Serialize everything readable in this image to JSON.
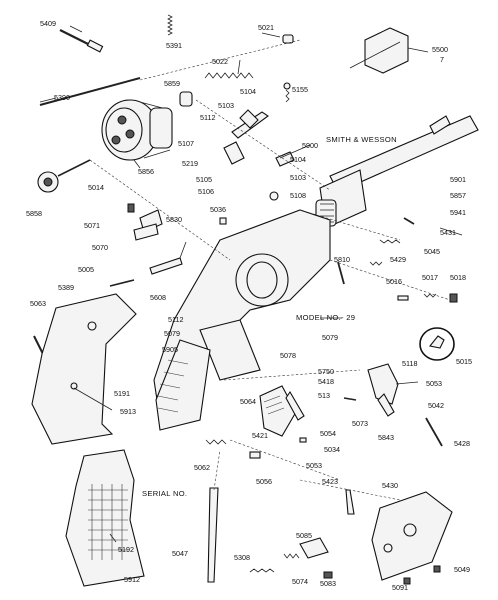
{
  "parts": {
    "p5409": "5409",
    "p5391": "5391",
    "p5021": "5021",
    "p5500": "5500",
    "p5500_sub": "7",
    "p5390": "5390",
    "p5022": "5022",
    "p5859": "5859",
    "p5104a": "5104",
    "p5155": "5155",
    "p5103": "5103",
    "p5112": "5112",
    "p5107": "5107",
    "p5856": "5856",
    "p5014": "5014",
    "p5858": "5858",
    "p5219": "5219",
    "p5900": "5900",
    "p5104b": "5104",
    "p5105": "5105",
    "p5103b": "5103",
    "p5106": "5106",
    "p5108": "5108",
    "p5901": "5901",
    "p5857": "5857",
    "p5941": "5941",
    "p5071": "5071",
    "p5830": "5830",
    "p5036": "5036",
    "p5431": "5431",
    "p5070": "5070",
    "p5045": "5045",
    "p5005": "5005",
    "p5810": "5810",
    "p5429": "5429",
    "p5389": "5389",
    "p5608": "5608",
    "p5016": "5016",
    "p5017": "5017",
    "p5018": "5018",
    "p5063": "5063",
    "p5112b": "5112",
    "p5079a": "5079",
    "p5905": "5905",
    "p5079b": "5079",
    "p5078": "5078",
    "p5118": "5118",
    "p5015": "5015",
    "p5750": "5750",
    "p5418": "5418",
    "p5053a": "5053",
    "p5191": "5191",
    "p5913": "5913",
    "p5064": "5064",
    "p513": "513",
    "p5073": "5073",
    "p5042": "5042",
    "p5054": "5054",
    "p5421": "5421",
    "p5843": "5843",
    "p5428": "5428",
    "p5034": "5034",
    "p5053b": "5053",
    "p5062": "5062",
    "p5056": "5056",
    "p5423": "5423",
    "p5430": "5430",
    "p5192": "5192",
    "p5047": "5047",
    "p5085": "5085",
    "p5308": "5308",
    "p5049": "5049",
    "p5074": "5074",
    "p5083": "5083",
    "p5091": "5091",
    "p5912": "5912"
  },
  "labels": {
    "brand": "SMITH & WESSON",
    "model": "MODEL NO.- 29",
    "serial": "SERIAL NO."
  }
}
